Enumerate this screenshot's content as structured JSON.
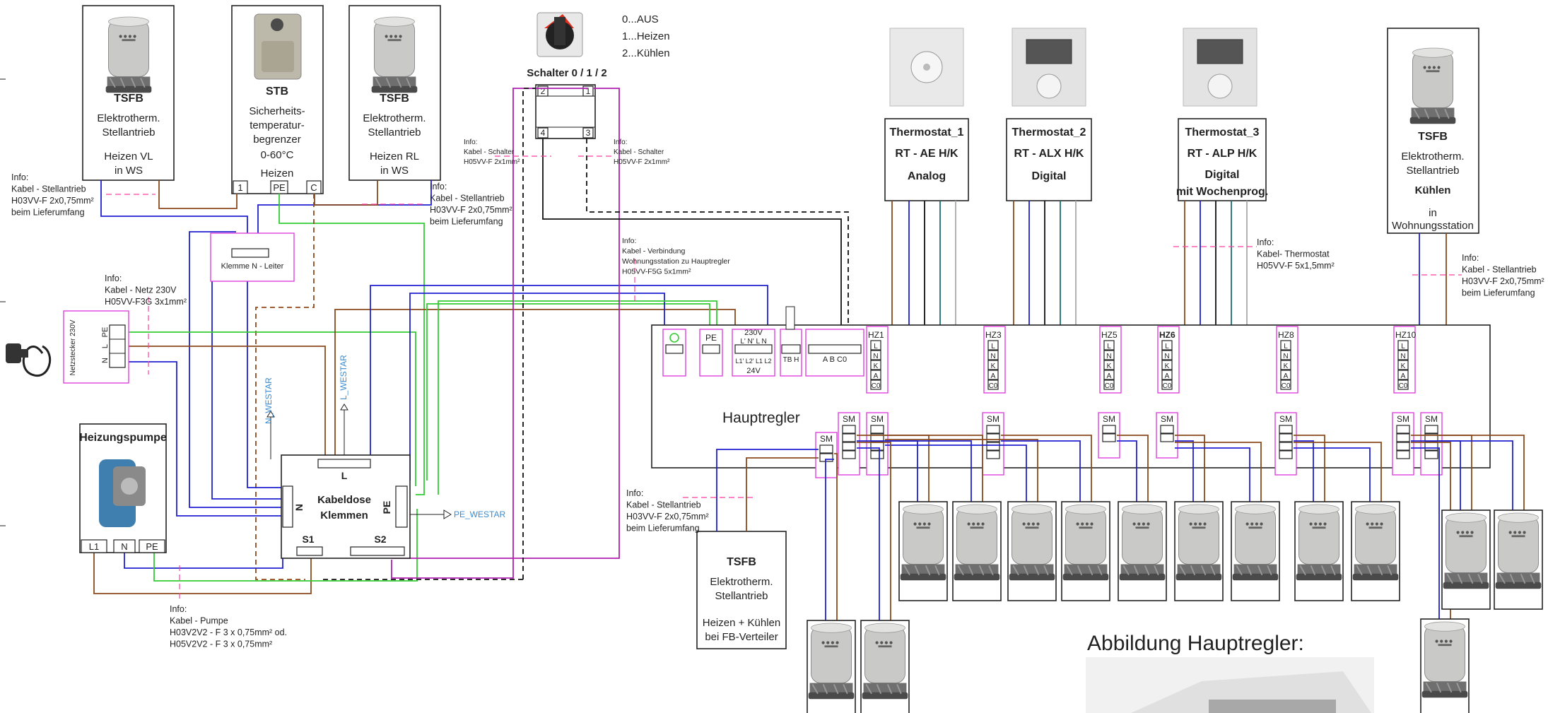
{
  "switch": {
    "title": "Schalter 0 / 1 / 2",
    "modes": [
      "0...AUS",
      "1...Heizen",
      "2...Kühlen"
    ],
    "terminals": [
      "2",
      "1",
      "4",
      "3"
    ]
  },
  "tsfb_vl": {
    "title": "TSFB",
    "l1": "Elektrotherm.",
    "l2": "Stellantrieb",
    "l3": "Heizen  VL",
    "l4": "in WS"
  },
  "stb": {
    "title": "STB",
    "l1": "Sicherheits-",
    "l2": "temperatur-",
    "l3": "begrenzer",
    "l4": "0-60°C",
    "l5": "Heizen",
    "t1": "1",
    "t2": "PE",
    "t3": "C"
  },
  "tsfb_rl": {
    "title": "TSFB",
    "l1": "Elektrotherm.",
    "l2": "Stellantrieb",
    "l3": "Heizen  RL",
    "l4": "in WS"
  },
  "thermostats": [
    {
      "name": "Thermostat_1",
      "model": "RT - AE H/K",
      "type": "Analog",
      "extra": ""
    },
    {
      "name": "Thermostat_2",
      "model": "RT - ALX H/K",
      "type": "Digital",
      "extra": ""
    },
    {
      "name": "Thermostat_3",
      "model": "RT - ALP H/K",
      "type": "Digital",
      "extra": "mit Wochenprog."
    }
  ],
  "tsfb_cool": {
    "title": "TSFB",
    "l1": "Elektrotherm.",
    "l2": "Stellantrieb",
    "l3": "Kühlen",
    "l4": "in",
    "l5": "Wohnungsstation"
  },
  "tsfb_fb": {
    "title": "TSFB",
    "l1": "Elektrotherm.",
    "l2": "Stellantrieb",
    "l3": "Heizen + Kühlen",
    "l4": "bei FB-Verteiler"
  },
  "pump": {
    "title": "Heizungspumpe",
    "t1": "L1",
    "t2": "N",
    "t3": "PE"
  },
  "kabeldose": {
    "l1": "Kabeldose",
    "l2": "Klemmen",
    "L": "L",
    "N": "N",
    "PE": "PE",
    "S1": "S1",
    "S2": "S2"
  },
  "klemme": "Klemme N - Leiter",
  "netz": {
    "label": "Netzstecker 230V",
    "L": "L",
    "N": "N",
    "PE": "PE"
  },
  "westar": {
    "n": "N_WESTAR",
    "l": "L_WESTAR",
    "pe": "PE_WESTAR"
  },
  "hauptregler": {
    "title": "Hauptregler",
    "pe": "PE",
    "v230": "230V",
    "v230_terms": "L'  N'  L   N",
    "v24_terms": "L1' L2' L1  L2",
    "v24": "24V",
    "tbh": "TB  H",
    "abc": "A  B     C0",
    "zones": [
      "HZ1",
      "HZ3",
      "HZ5",
      "HZ6",
      "HZ8",
      "HZ10"
    ],
    "zone_pins": [
      "L",
      "N",
      "K",
      "A",
      "C0"
    ],
    "sm": "SM"
  },
  "infos": {
    "i_stell_left": [
      "Info:",
      "Kabel - Stellantrieb",
      "H03VV-F 2x0,75mm²",
      "beim Lieferumfang"
    ],
    "i_stell_mid": [
      "Info:",
      "Kabel - Stellantrieb",
      "H03VV-F 2x0,75mm²",
      "beim Lieferumfang"
    ],
    "i_netz": [
      "Info:",
      "Kabel - Netz 230V",
      "H05VV-F3G 3x1mm²"
    ],
    "i_schalter_l": [
      "Info:",
      "Kabel - Schalter",
      "H05VV-F 2x1mm²"
    ],
    "i_schalter_r": [
      "Info:",
      "Kabel - Schalter",
      "H05VV-F 2x1mm²"
    ],
    "i_verbindung": [
      "Info:",
      "Kabel - Verbindung",
      "Wohnungsstation zu Hauptregler",
      "H05VV-F5G 5x1mm²"
    ],
    "i_thermostat": [
      "Info:",
      "Kabel- Thermostat",
      "H05VV-F 5x1,5mm²"
    ],
    "i_stell_right": [
      "Info:",
      "Kabel - Stellantrieb",
      "H03VV-F 2x0,75mm²",
      "beim Lieferumfang"
    ],
    "i_stell_bottom": [
      "Info:",
      "Kabel - Stellantrieb",
      "H03VV-F 2x0,75mm²",
      "beim Lieferumfang"
    ],
    "i_pumpe": [
      "Info:",
      "Kabel - Pumpe",
      "H03V2V2 - F 3 x 0,75mm² od.",
      "H05V2V2 - F 3 x 0,75mm²"
    ]
  },
  "abbildung": "Abbildung Hauptregler:"
}
